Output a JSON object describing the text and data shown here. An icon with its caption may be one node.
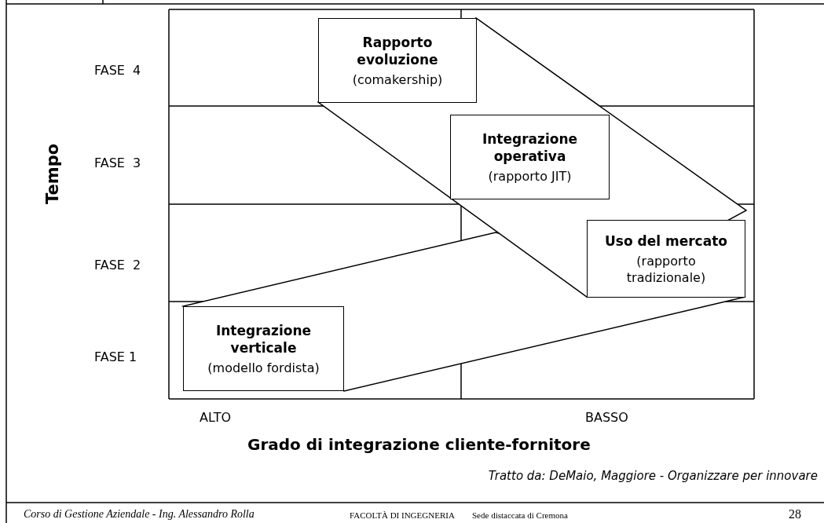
{
  "diagram": {
    "nodes": [
      {
        "text": [
          "Rapporto evoluzione",
          "(comakership)"
        ]
      },
      {
        "text": [
          "Integrazione operativa",
          "(rapporto JIT)"
        ]
      },
      {
        "text": [
          "Uso del mercato",
          "(rapporto tradizionale)"
        ]
      },
      {
        "text": [
          "Integrazione verticale",
          "(modello fordista)"
        ]
      }
    ],
    "edges": [
      {
        "from": 3,
        "to": 2,
        "arrow": "none"
      },
      {
        "from": 2,
        "to": 0,
        "arrow": "none"
      }
    ],
    "labels": [
      "FASE  4",
      "FASE  3",
      "Tempo",
      "FASE  2",
      "FASE 1",
      "ALTO",
      "BASSO",
      "Grado di integrazione cliente-fornitore",
      "Tratto da: DeMaio, Maggiore - Organizzare per innovare",
      "Corso di Gestione Aziendale - Ing. Alessandro Rolla",
      "FACOLTÀ DI INGEGNERIA",
      "Sede distaccata di Cremona",
      "28"
    ]
  }
}
